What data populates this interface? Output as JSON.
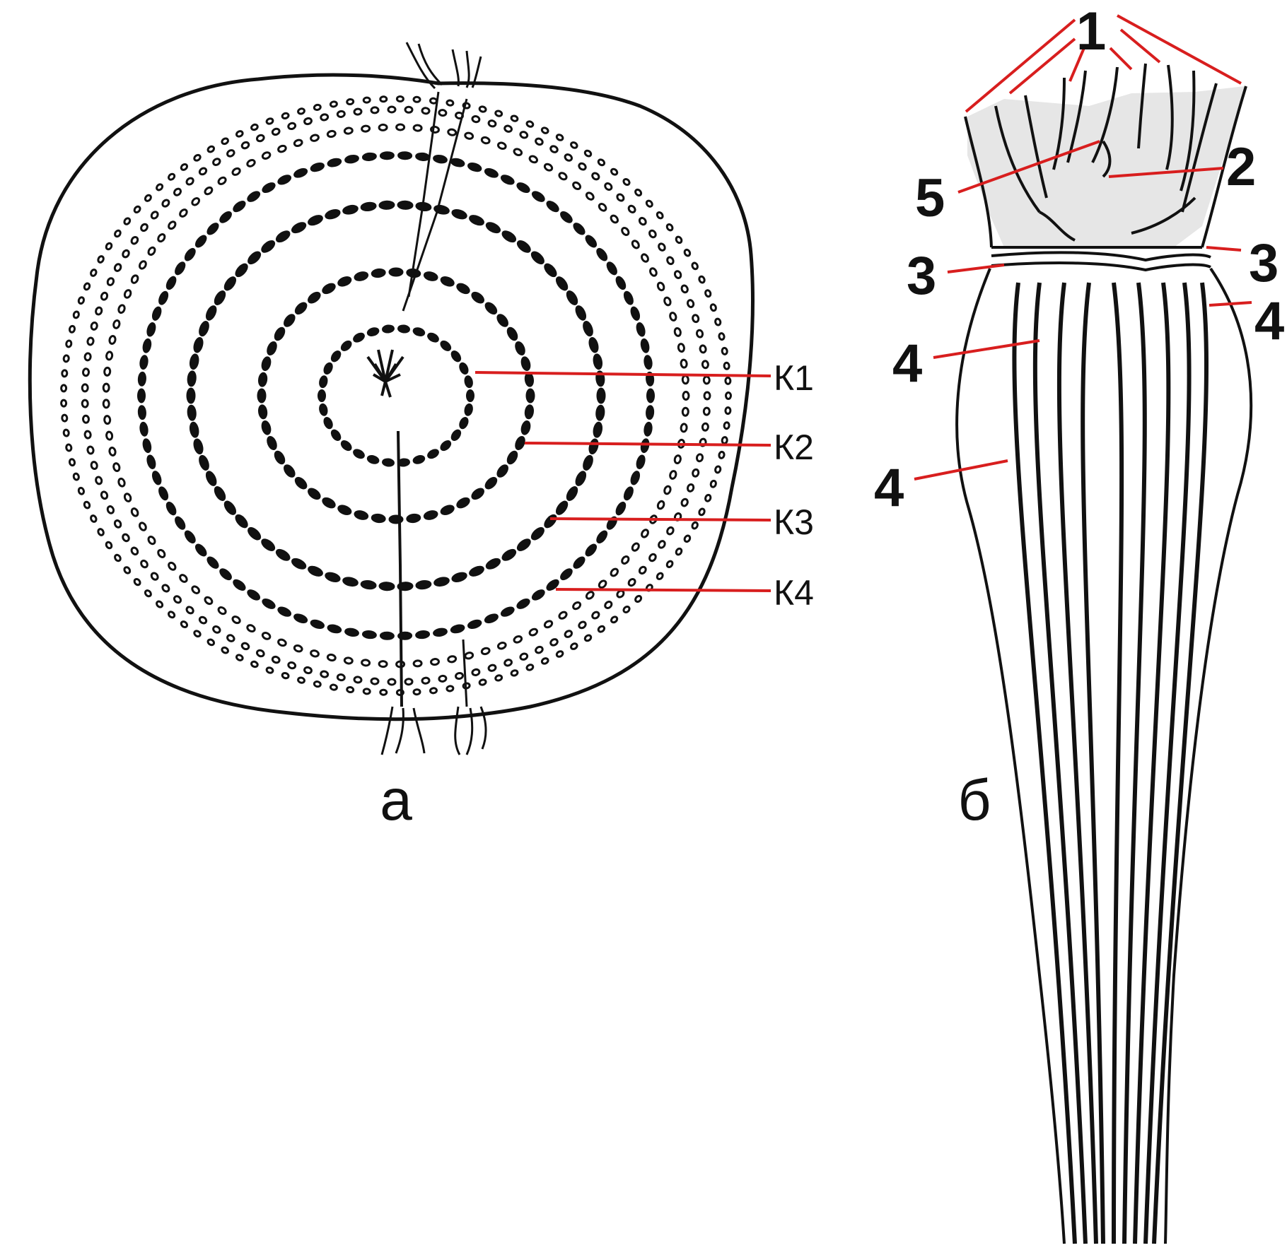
{
  "panels": {
    "a": {
      "label": "а"
    },
    "b": {
      "label": "б"
    }
  },
  "ring_labels": [
    "К1",
    "К2",
    "К3",
    "К4"
  ],
  "part_labels": {
    "n1": "1",
    "n2": "2",
    "n3_left": "3",
    "n3_right": "3",
    "n4_upper_left": "4",
    "n4_right": "4",
    "n4_lower_left": "4",
    "n5": "5"
  },
  "colors": {
    "ink": "#111111",
    "leader": "#d81e1e",
    "background": "#ffffff"
  }
}
